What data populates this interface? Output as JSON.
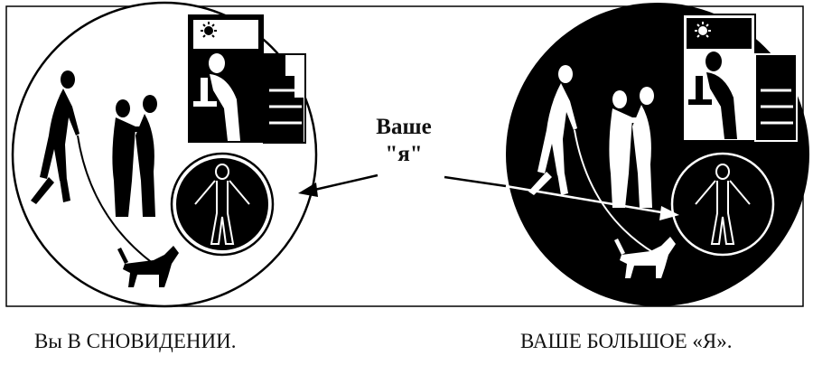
{
  "center_label": {
    "line1": "Ваше",
    "line2": "\"я\""
  },
  "captions": {
    "left": "Вы В СНОВИДЕНИИ.",
    "right": "ВАШЕ БОЛЬШОЕ «Я»."
  },
  "colors": {
    "ink": "#000000",
    "paper": "#ffffff"
  },
  "icons": [
    "light-bulb-icon",
    "walking-person-icon",
    "embracing-couple-icon",
    "person-at-microscope-icon",
    "dog-icon",
    "standing-figure-icon",
    "arrow-icon"
  ]
}
